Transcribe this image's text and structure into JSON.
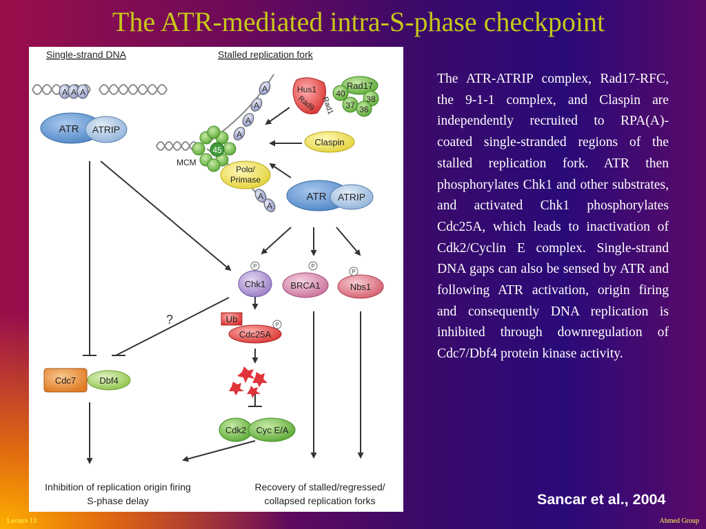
{
  "slide": {
    "title": "The ATR-mediated intra-S-phase checkpoint",
    "body": "The ATR-ATRIP complex, Rad17-RFC, the 9-1-1 complex, and Claspin are independently recruited to RPA(A)- coated single-stranded regions of the stalled replication fork. ATR then phosphorylates Chk1 and other substrates, and activated Chk1 phosphorylates Cdc25A, which leads to inactivation of Cdk2/Cyclin E complex. Single-strand DNA gaps can also be sensed by ATR and following ATR activation, origin firing and consequently DNA replication is inhibited through downregulation of Cdc7/Dbf4 protein kinase activity.",
    "citation": "Sancar et al., 2004",
    "footer_left": "Lecture 13",
    "footer_right": "Ahmed Group"
  },
  "diagram": {
    "header_ssdna": "Single-strand DNA",
    "header_fork": "Stalled replication fork",
    "rpa": "A",
    "atr": "ATR",
    "atrip": "ATRIP",
    "hus1": "Hus1",
    "rad1": "Rad1",
    "rad9": "Rad9",
    "rad17": "Rad17",
    "rfc40": "40",
    "rfc38": "38",
    "rfc37": "37",
    "rfc36": "36",
    "claspin": "Claspin",
    "mcm_num": "45",
    "mcm": "MCM",
    "pol_line1": "Polα/",
    "pol_line2": "Primase",
    "phospho": "P",
    "chk1": "Chk1",
    "brca1": "BRCA1",
    "nbs1": "Nbs1",
    "question": "?",
    "ub": "Ub",
    "cdc25a": "Cdc25A",
    "cdk2": "Cdk2",
    "cyce": "Cyc E/A",
    "cdc7": "Cdc7",
    "dbf4": "Dbf4",
    "outcome_left_1": "Inhibition of replication origin firing",
    "outcome_left_2": "S-phase delay",
    "outcome_right_1": "Recovery of stalled/regressed/",
    "outcome_right_2": "collapsed replication forks"
  },
  "colors": {
    "title": "#c6c819",
    "atr": "#4f86c6",
    "atrip": "#8fb1d8",
    "chk1": "#9a7cc4",
    "brca1": "#d07aa0",
    "nbs1": "#d96a78",
    "cdc25a": "#d8322f",
    "cdc7": "#e6852c",
    "dbf4": "#9ccd58",
    "green": "#6cb53c",
    "claspin": "#efe24d"
  }
}
